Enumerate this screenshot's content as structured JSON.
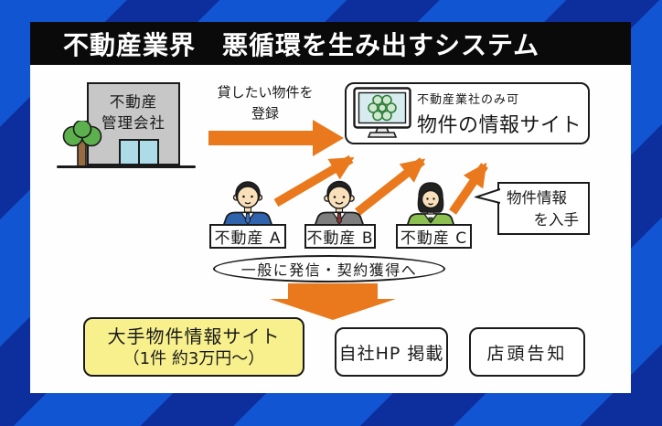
{
  "title": "不動産業界　悪循環を生み出すシステム",
  "colors": {
    "accent_orange": "#e9791c",
    "bg_blue": "#1255d2",
    "bg_blue_dark": "#0d2f9e",
    "title_bar": "#0a0a0a",
    "highlight_yellow": "#f7f08d"
  },
  "diagram": {
    "management_company": {
      "line1": "不動産",
      "line2": "管理会社"
    },
    "register_arrow": {
      "line1": "貸したい物件を",
      "line2": "登録"
    },
    "info_site": {
      "restriction": "不動産業社のみ可",
      "name": "物件の情報サイト"
    },
    "agents": [
      {
        "label": "不動産 A"
      },
      {
        "label": "不動産 B"
      },
      {
        "label": "不動産 C"
      }
    ],
    "obtain_callout": {
      "line1": "物件情報",
      "line2": "を入手"
    },
    "broadcast": {
      "label": "一般に発信・契約獲得へ"
    },
    "major_site": {
      "line1": "大手物件情報サイト",
      "line2": "（1件 約3万円～）"
    },
    "own_hp": {
      "label": "自社HP 掲載"
    },
    "storefront": {
      "label": "店頭告知"
    }
  }
}
